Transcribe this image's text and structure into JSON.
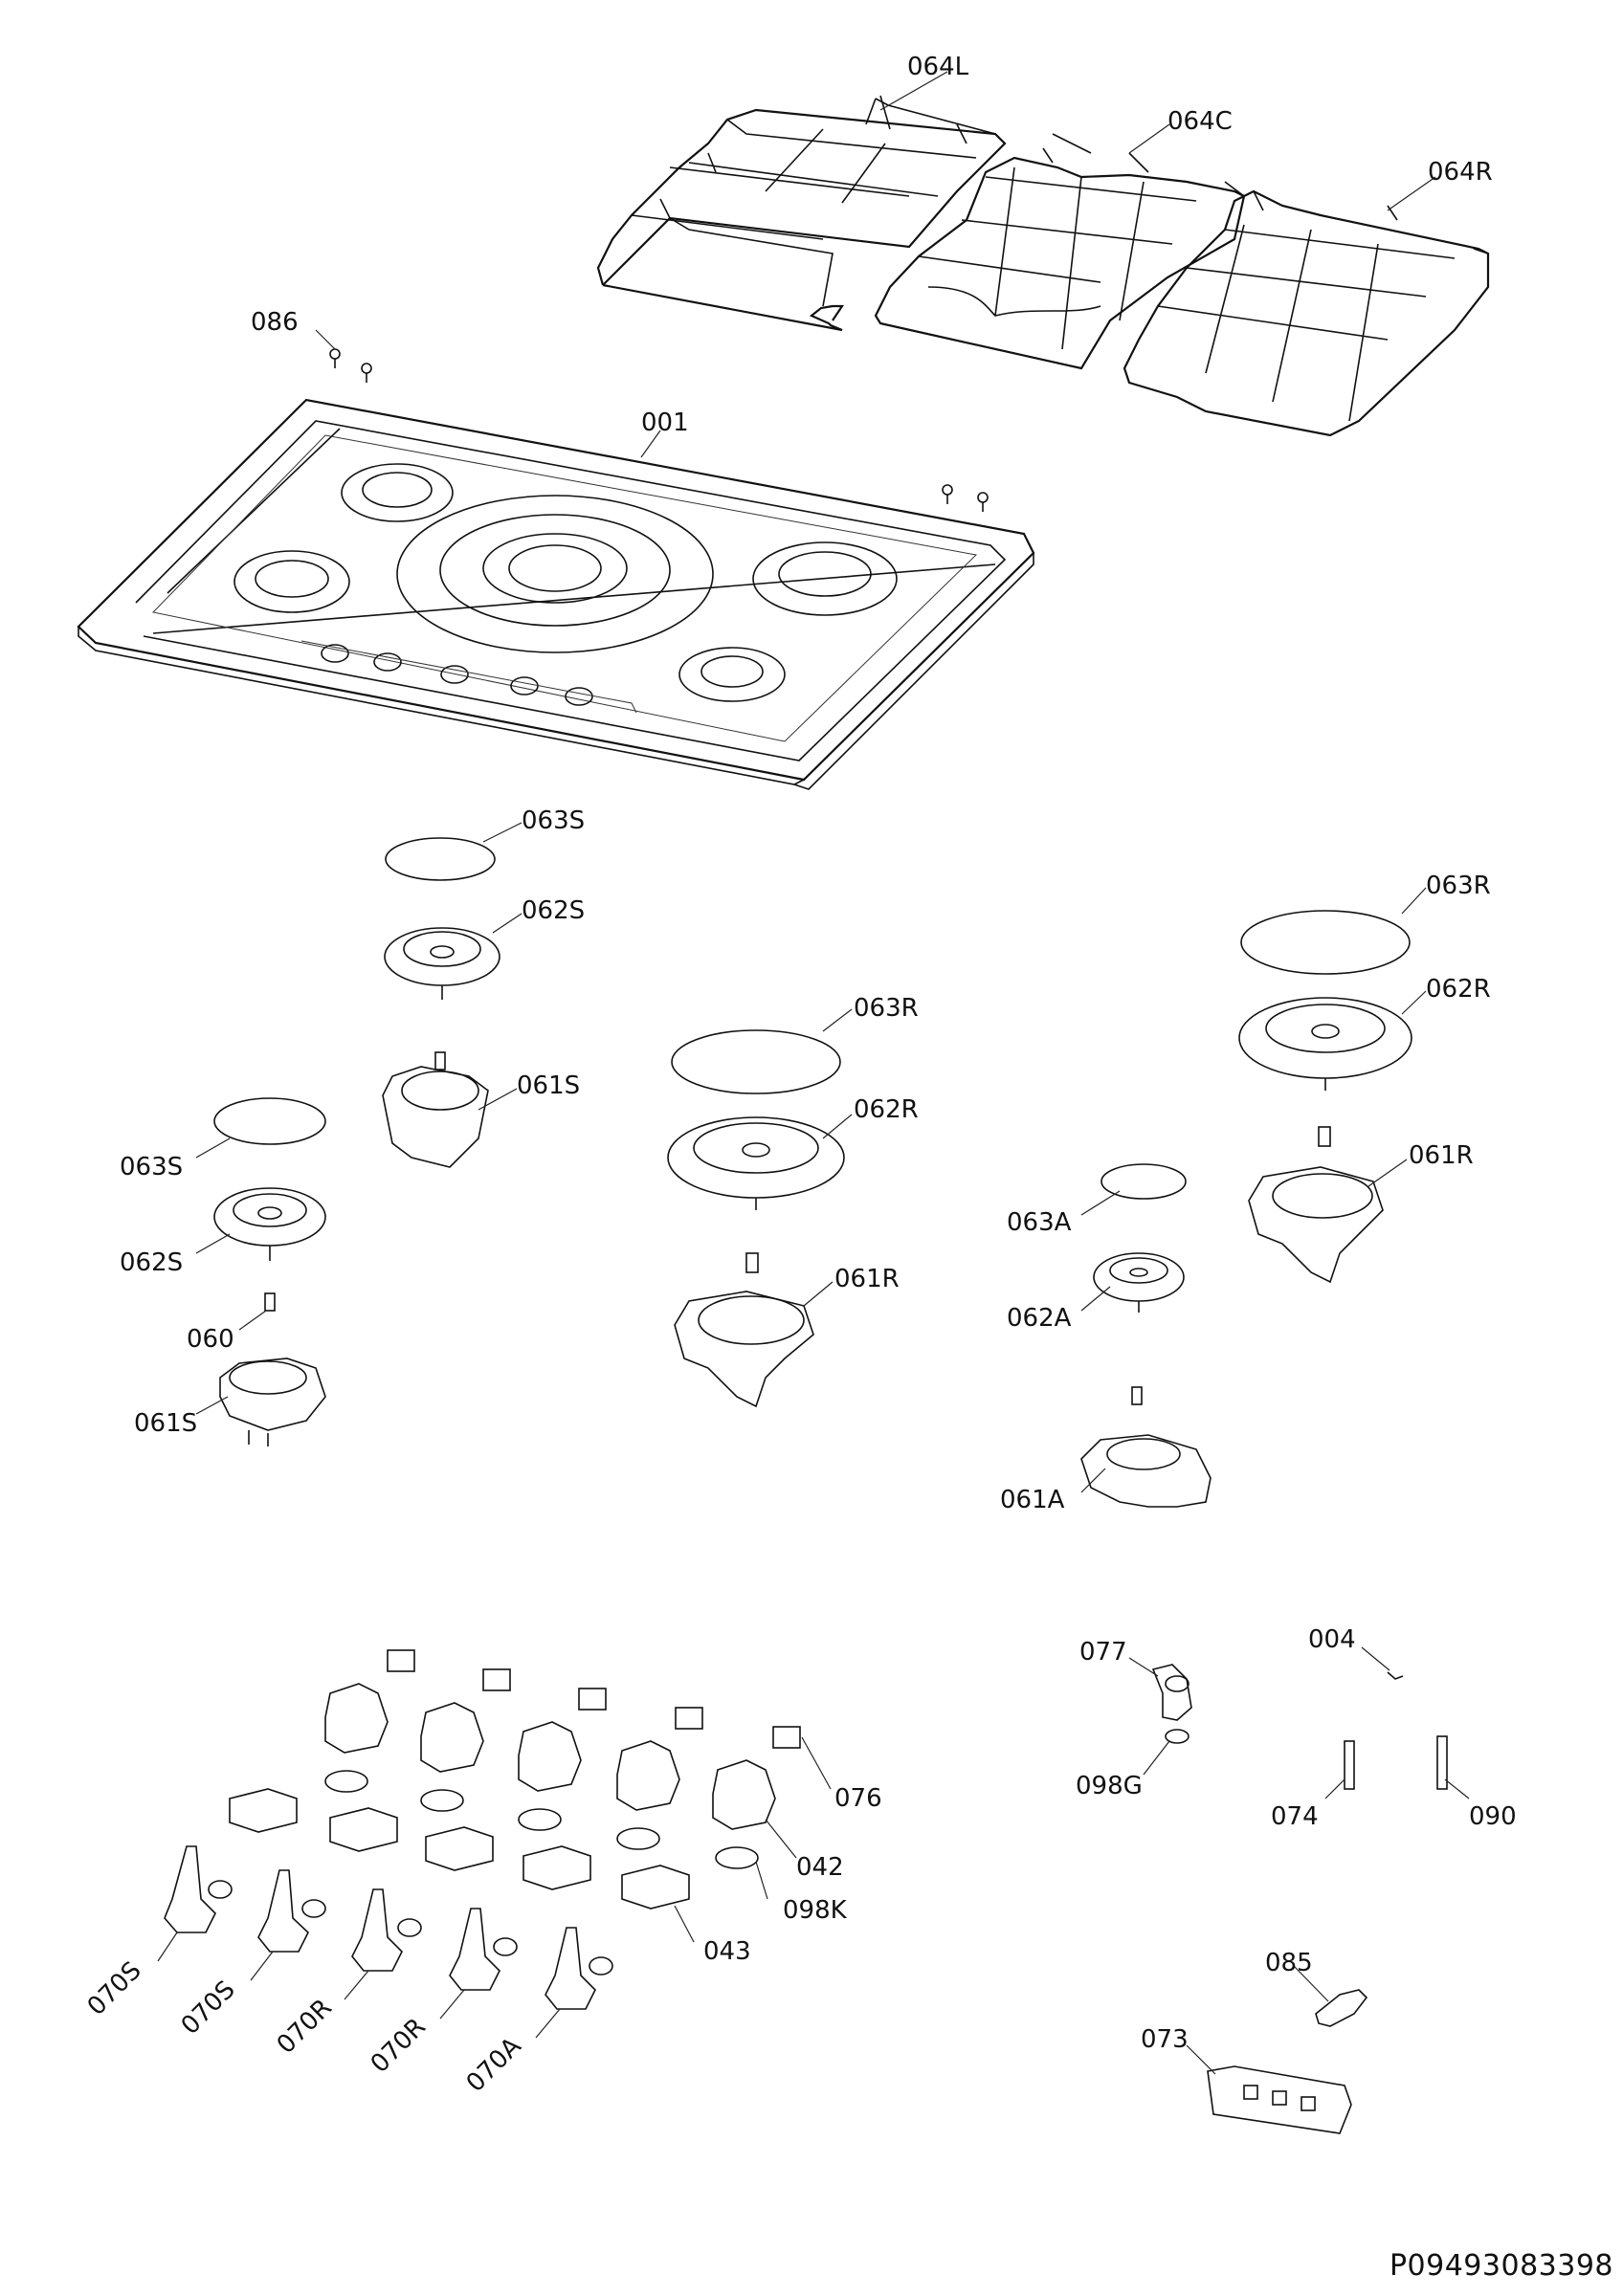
{
  "document_number": "P09493083398",
  "part_labels": {
    "grid_left": "064L",
    "grid_center": "064C",
    "grid_right": "064R",
    "screws": "086",
    "hob_top": "001",
    "cap_small_top": "063S",
    "crown_small_top": "062S",
    "cap_rapid_center": "063R",
    "crown_rapid_center": "062R",
    "cap_rapid_right": "063R",
    "crown_rapid_right": "062R",
    "base_small_top": "061S",
    "cap_small_left": "063S",
    "crown_small_left": "062S",
    "injector": "060",
    "base_small_left": "061S",
    "base_rapid_center": "061R",
    "base_rapid_right": "061R",
    "cap_aux": "063A",
    "crown_aux": "062A",
    "base_aux": "061A",
    "elbow": "077",
    "seal_elbow": "098G",
    "clip": "004",
    "thermocouple": "074",
    "spark_plug": "090",
    "knob_clip": "076",
    "knob": "042",
    "knob_seal": "098K",
    "microswitch": "043",
    "valve_s1": "070S",
    "valve_s2": "070S",
    "valve_r1": "070R",
    "valve_r2": "070R",
    "valve_a": "070A",
    "ignition_cable": "085",
    "ignition_unit": "073"
  }
}
